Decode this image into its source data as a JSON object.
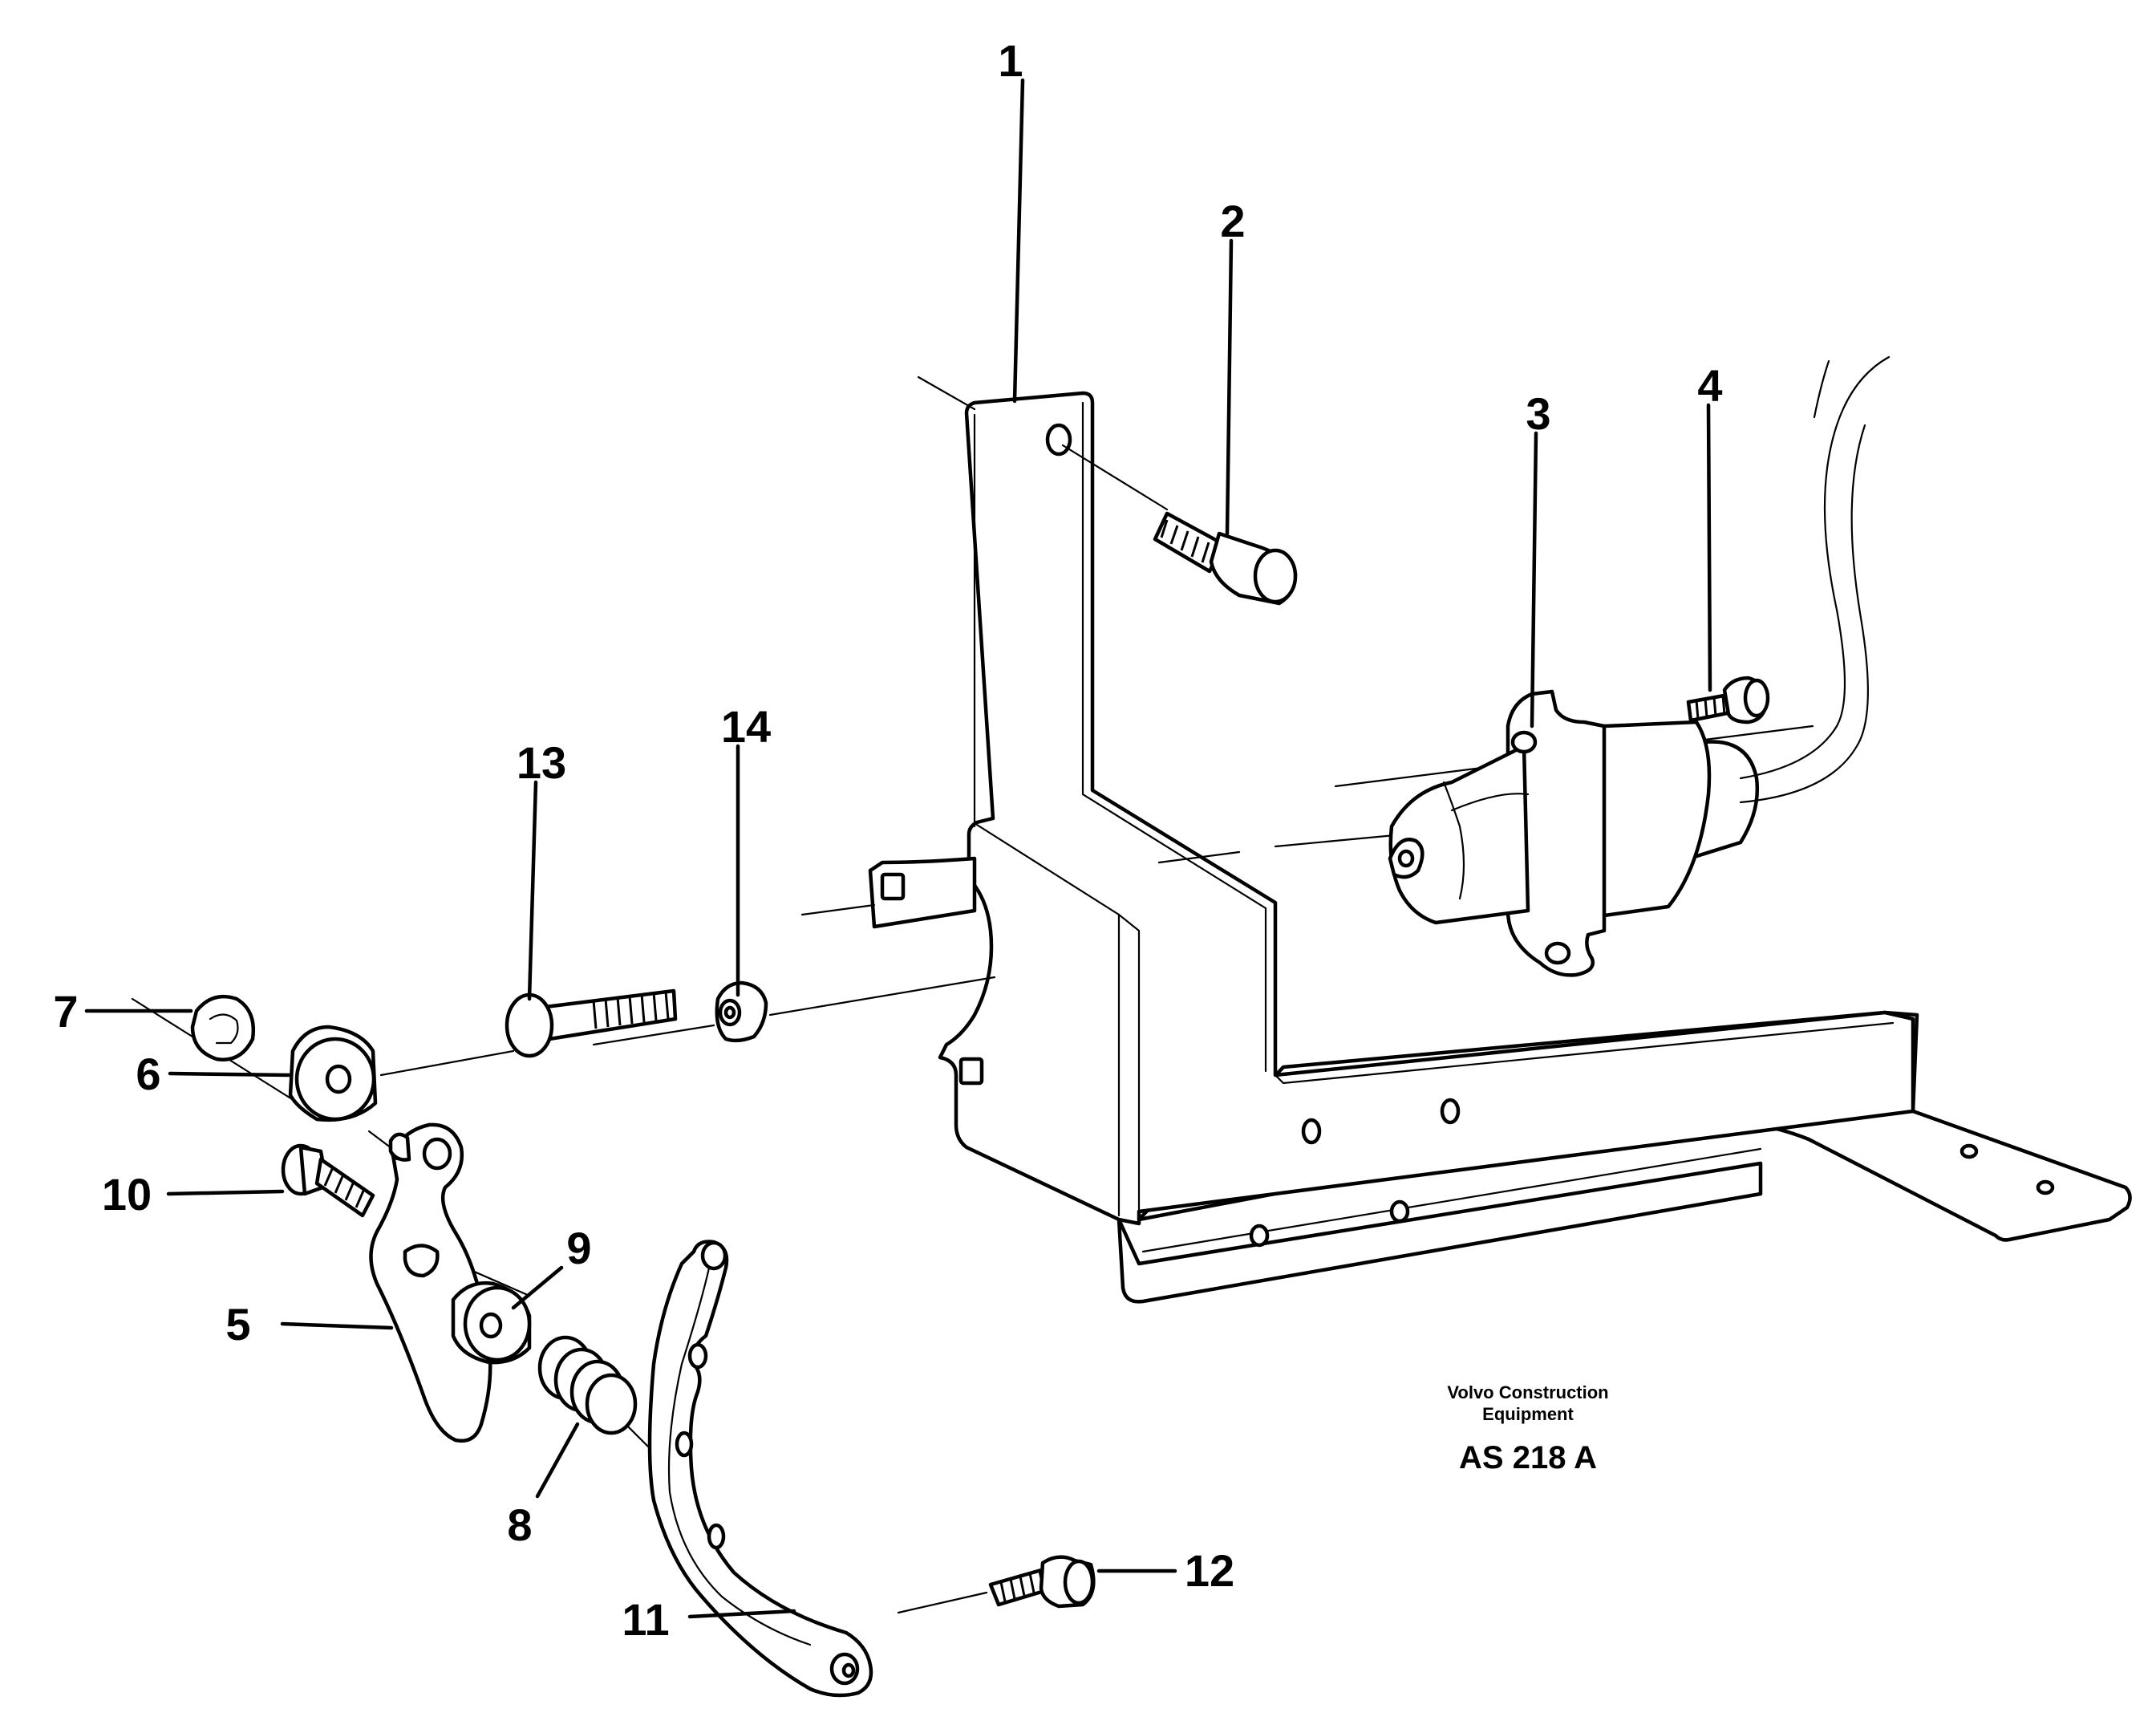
{
  "diagram": {
    "callouts": [
      {
        "id": "1",
        "label": "1"
      },
      {
        "id": "2",
        "label": "2"
      },
      {
        "id": "3",
        "label": "3"
      },
      {
        "id": "4",
        "label": "4"
      },
      {
        "id": "5",
        "label": "5"
      },
      {
        "id": "6",
        "label": "6"
      },
      {
        "id": "7",
        "label": "7"
      },
      {
        "id": "8",
        "label": "8"
      },
      {
        "id": "9",
        "label": "9"
      },
      {
        "id": "10",
        "label": "10"
      },
      {
        "id": "11",
        "label": "11"
      },
      {
        "id": "12",
        "label": "12"
      },
      {
        "id": "13",
        "label": "13"
      },
      {
        "id": "14",
        "label": "14"
      }
    ],
    "caption": {
      "company_line1": "Volvo Construction",
      "company_line2": "Equipment",
      "code": "AS 218 A"
    }
  }
}
